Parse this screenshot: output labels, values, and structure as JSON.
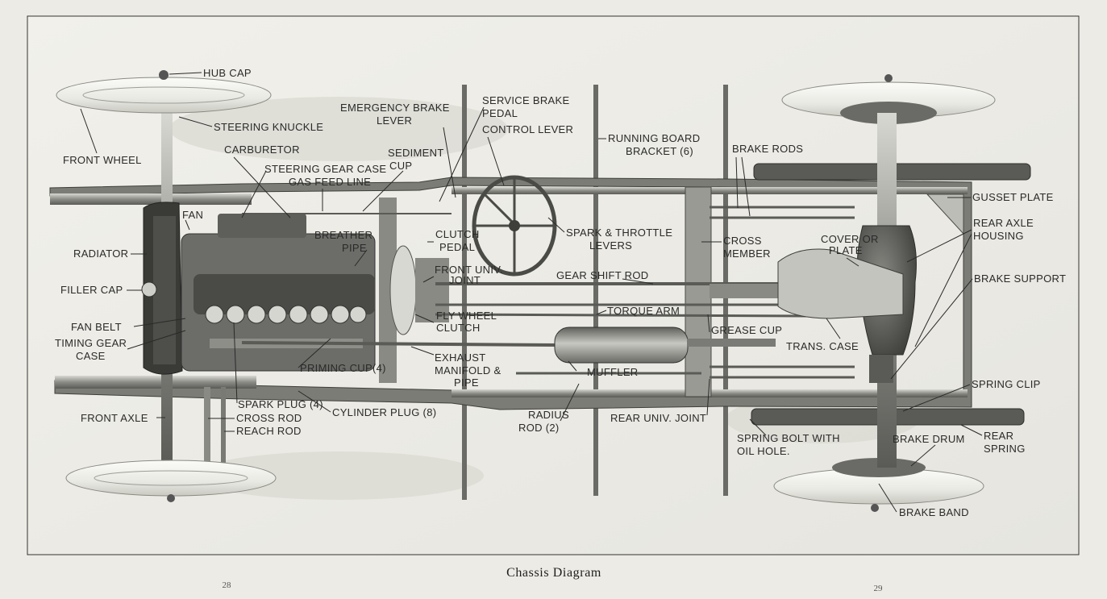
{
  "caption": "Chassis Diagram",
  "page_numbers": {
    "left": "28",
    "right": "29"
  },
  "labels": {
    "hub_cap": "HUB CAP",
    "steering_knuckle": "STEERING KNUCKLE",
    "front_wheel": "FRONT WHEEL",
    "carburetor": "CARBURETOR",
    "steering_gear_case": "STEERING GEAR CASE",
    "gas_feed_line": "GAS FEED LINE",
    "sediment_cup_1": "SEDIMENT",
    "sediment_cup_2": "CUP",
    "emergency_brake_lever_1": "EMERGENCY BRAKE",
    "emergency_brake_lever_2": "LEVER",
    "service_brake_pedal_1": "SERVICE BRAKE",
    "service_brake_pedal_2": "PEDAL",
    "control_lever": "CONTROL LEVER",
    "running_board_bracket_1": "RUNNING BOARD",
    "running_board_bracket_2": "BRACKET (6)",
    "brake_rods": "BRAKE RODS",
    "gusset_plate": "GUSSET PLATE",
    "rear_axle_housing_1": "REAR AXLE",
    "rear_axle_housing_2": "HOUSING",
    "cover_or_plate_1": "COVER OR",
    "cover_or_plate_2": "PLATE",
    "cross_member_1": "CROSS",
    "cross_member_2": "MEMBER",
    "spark_throttle_levers_1": "SPARK & THROTTLE",
    "spark_throttle_levers_2": "LEVERS",
    "clutch_pedal_1": "CLUTCH",
    "clutch_pedal_2": "PEDAL",
    "breather_pipe_1": "BREATHER",
    "breather_pipe_2": "PIPE",
    "fan": "FAN",
    "radiator": "RADIATOR",
    "filler_cap": "FILLER CAP",
    "front_univ_joint_1": "FRONT UNIV.",
    "front_univ_joint_2": "JOINT",
    "gear_shift_rod": "GEAR SHIFT ROD",
    "brake_support": "BRAKE SUPPORT",
    "torque_arm": "TORQUE ARM",
    "fly_wheel_clutch_1": "FLY WHEEL",
    "fly_wheel_clutch_2": "CLUTCH",
    "grease_cup": "GREASE CUP",
    "fan_belt": "FAN BELT",
    "timing_gear_case_1": "TIMING GEAR",
    "timing_gear_case_2": "CASE",
    "trans_case": "TRANS. CASE",
    "exhaust_manifold_1": "EXHAUST",
    "exhaust_manifold_2": "MANIFOLD &",
    "exhaust_manifold_3": "PIPE",
    "muffler": "MUFFLER",
    "priming_cup": "PRIMING CUP(4)",
    "spring_clip": "SPRING CLIP",
    "spark_plug": "SPARK PLUG (4)",
    "cylinder_plug": "CYLINDER PLUG (8)",
    "radius_rod_1": "RADIUS",
    "radius_rod_2": "ROD (2)",
    "rear_univ_joint": "REAR UNIV. JOINT",
    "front_axle": "FRONT AXLE",
    "cross_rod": "CROSS ROD",
    "reach_rod": "REACH ROD",
    "spring_bolt_1": "SPRING BOLT WITH",
    "spring_bolt_2": "OIL HOLE.",
    "brake_drum": "BRAKE DRUM",
    "rear_spring_1": "REAR",
    "rear_spring_2": "SPRING",
    "brake_band": "BRAKE BAND"
  }
}
